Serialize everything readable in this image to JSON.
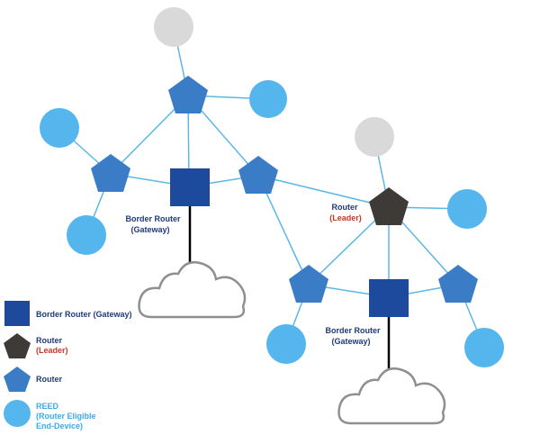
{
  "colors": {
    "border_router": "#1E4A9E",
    "router": "#3A7CC6",
    "leader": "#3E3A38",
    "reed": "#55B6EE",
    "inactive": "#D9D9D9",
    "link": "#5BB8E6",
    "label_navy": "#1F3B7A",
    "label_red": "#C0392B",
    "label_cyan": "#3FA9E8"
  },
  "diagram": {
    "border_router_1": {
      "title": "Border Router",
      "subtitle": "(Gateway)"
    },
    "leader_router": {
      "title": "Router",
      "subtitle": "(Leader)"
    },
    "border_router_2": {
      "title": "Border Router",
      "subtitle": "(Gateway)"
    }
  },
  "legend": {
    "border_router": "Border Router (Gateway)",
    "leader_title": "Router",
    "leader_subtitle": "(Leader)",
    "router": "Router",
    "reed_line1": "REED",
    "reed_line2": "(Router Eligible",
    "reed_line3": "End-Device)"
  }
}
